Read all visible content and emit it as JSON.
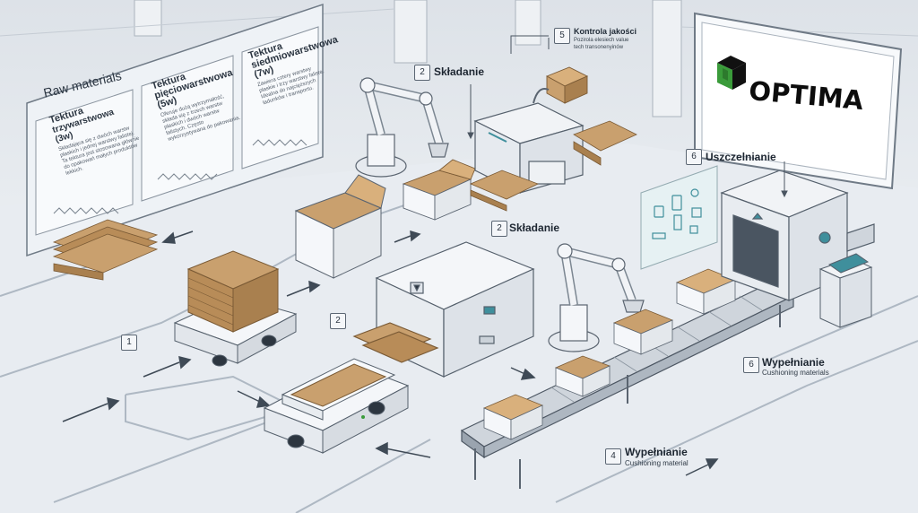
{
  "raw_materials": {
    "heading": "Raw materials",
    "panels": [
      {
        "title_line1": "Tektura",
        "title_line2": "trzywarstwowa (3w)",
        "body": "Składająca się z dwóch warstw płaskich i jednej warstwy falistej. Ta tektura jest stosowana głównie do opakowań małych produktów lekkich."
      },
      {
        "title_line1": "Tektura",
        "title_line2": "pięciowarstwowa",
        "title_line3": "(5w)",
        "body": "Oferuje dużą wytrzymałość, składa się z trzech warstw płaskich i dwóch warstw falistych. Często wykorzystywana do pakowania."
      },
      {
        "title_line1": "Tektura",
        "title_line2": "siedmiowarstwowa",
        "title_line3": "(7w)",
        "body": "Zawiera cztery warstwy płaskie i trzy warstwy faliste. Idealna do najcięższych ładunków i transportu."
      }
    ]
  },
  "steps": {
    "s1": {
      "num": "1"
    },
    "s2a": {
      "num": "2",
      "label": "Składanie"
    },
    "s2b": {
      "num": "2",
      "label": "Składanie"
    },
    "s2c": {
      "num": "2"
    },
    "s4": {
      "num": "4",
      "label": "Wypełnianie",
      "sub": "Cushioning material"
    },
    "s5": {
      "num": "5",
      "label": "Kontrola jakości",
      "sub1": "Pozirola elesiech value",
      "sub2": "tech transonenyinów"
    },
    "s6a": {
      "num": "6",
      "label": "Uszczelnianie"
    },
    "s6b": {
      "num": "6",
      "label": "Wypełnianie",
      "sub": "Cushioning materials"
    }
  },
  "brand": {
    "name": "OPTIMA",
    "green": "#3a9b3a",
    "dark": "#111111"
  },
  "colors": {
    "cardboard": "#c9a06e",
    "cardboard_dark": "#a9804f",
    "machine": "#f3f5f8",
    "accent_teal": "#3f8f9c",
    "floor": "#e7ebf0"
  }
}
